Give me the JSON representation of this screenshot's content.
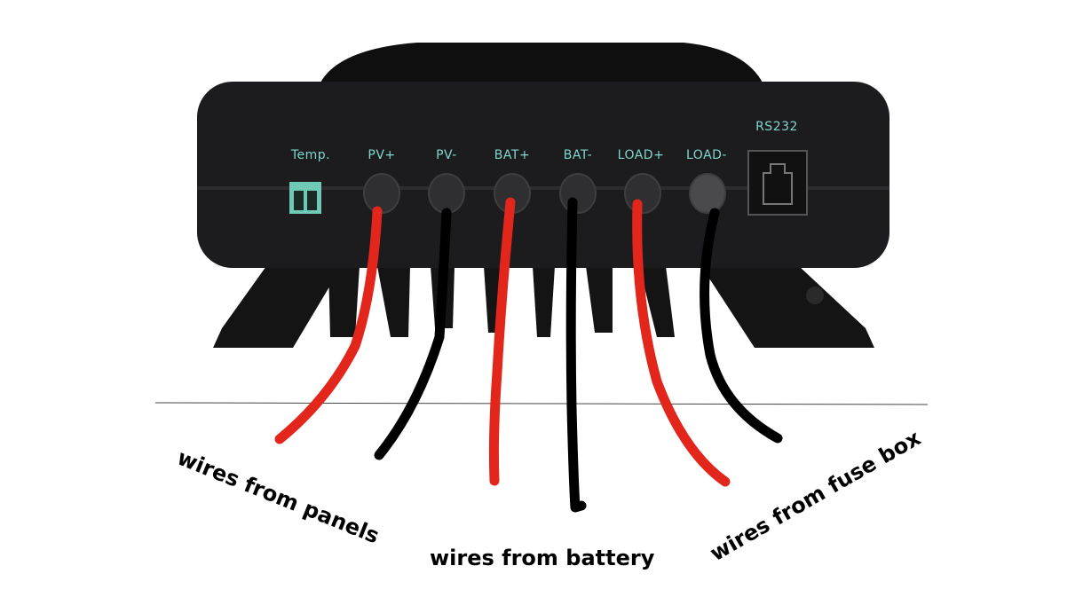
{
  "device": {
    "ports": [
      "Temp.",
      "PV+",
      "PV-",
      "BAT+",
      "BAT-",
      "LOAD+",
      "LOAD-"
    ],
    "rs232_label": "RS232"
  },
  "annotations": {
    "panels": "wires from panels",
    "battery": "wires from battery",
    "fuse_box": "wires from fuse box"
  },
  "colors": {
    "positive_wire": "#e3261c",
    "negative_wire": "#000000",
    "label": "#7fd6cc",
    "body": "#1c1c1e"
  }
}
